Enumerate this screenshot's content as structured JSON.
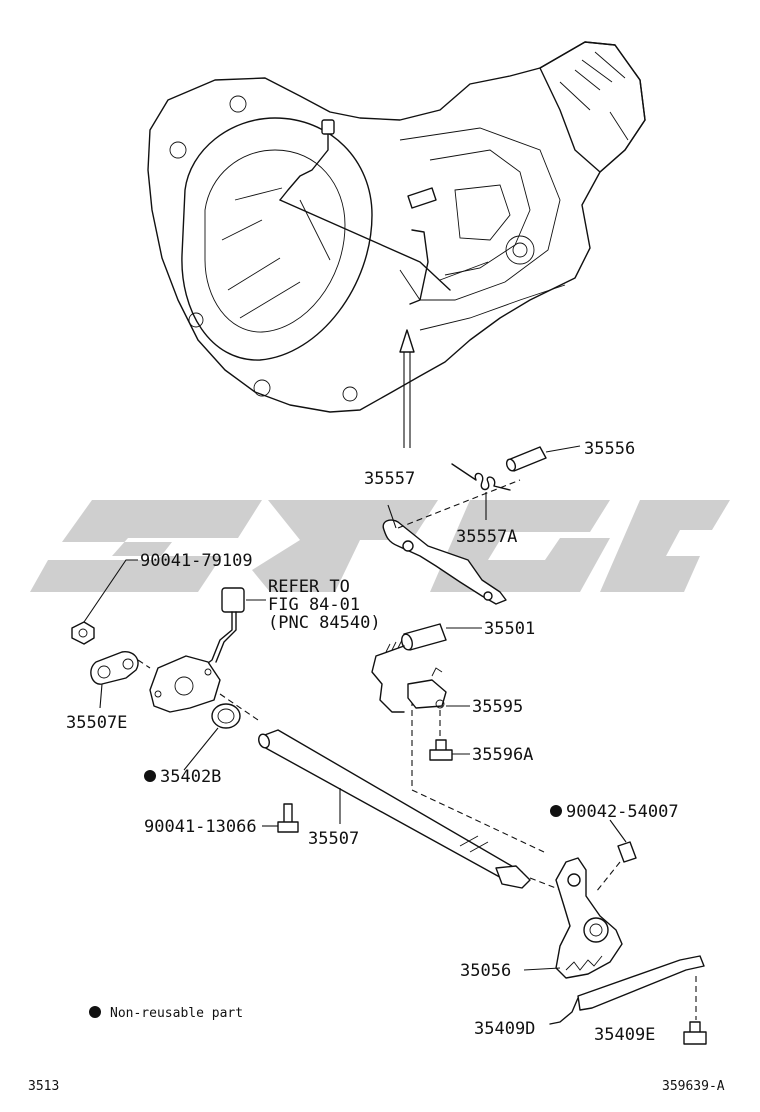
{
  "parts": {
    "p35556": "35556",
    "p35557": "35557",
    "p35557A": "35557A",
    "p90041_79109": "90041-79109",
    "refer_line1": "REFER TO",
    "refer_line2": "FIG 84-01",
    "refer_line3": "(PNC 84540)",
    "p35501": "35501",
    "p35595": "35595",
    "p35507E": "35507E",
    "p35402B": "35402B",
    "p35596A": "35596A",
    "p90042_54007": "90042-54007",
    "p90041_13066": "90041-13066",
    "p35507": "35507",
    "p35056": "35056",
    "p35409D": "35409D",
    "p35409E": "35409E"
  },
  "legend": {
    "text": "Non-reusable part"
  },
  "footer": {
    "left_code": "3513",
    "right_code": "359639-A"
  },
  "colors": {
    "ink": "#111111",
    "watermark": "#cfcfcf",
    "background": "#ffffff"
  },
  "icons": {
    "non_reusable_marker": "filled-circle-icon"
  }
}
